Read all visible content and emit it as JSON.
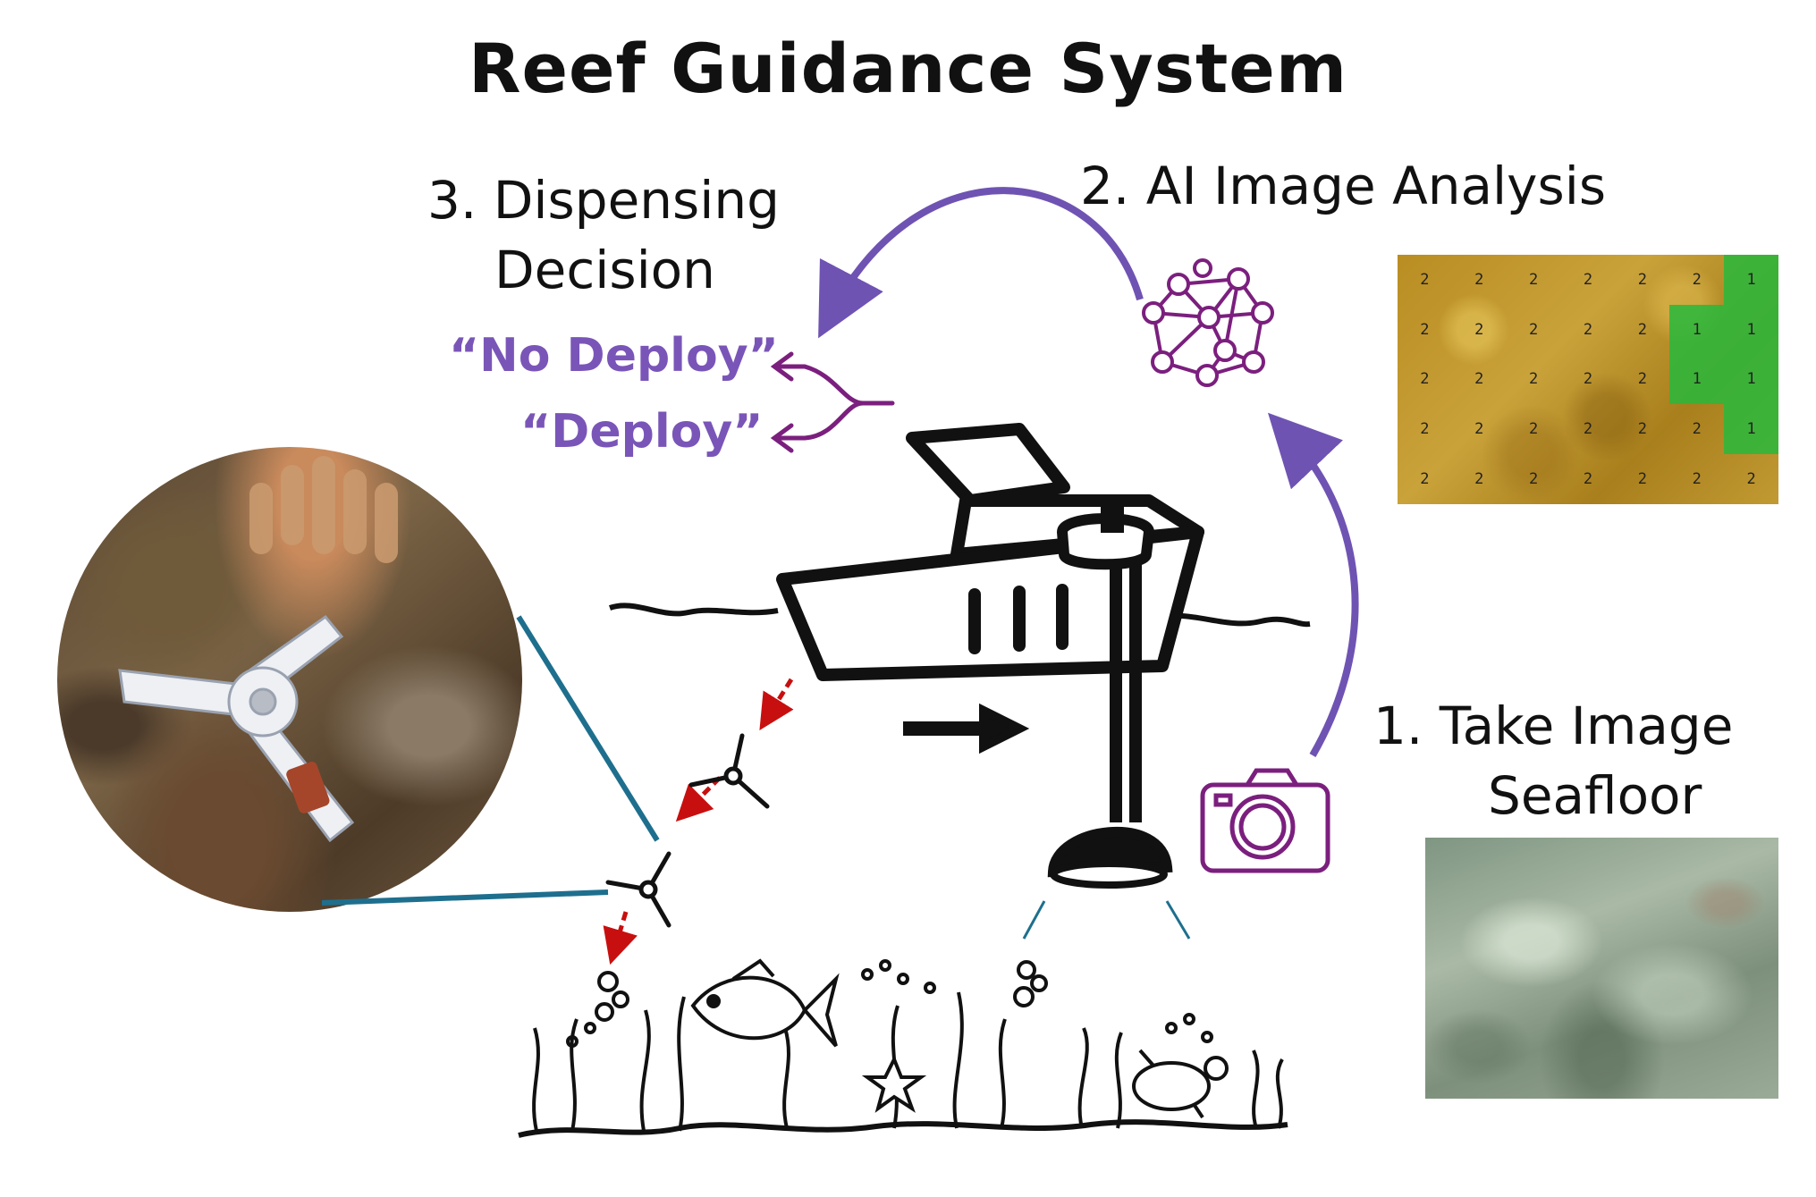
{
  "title": "Reef Guidance System",
  "steps": {
    "step1_line1": "1. Take Image",
    "step1_line2": "Seafloor",
    "step2": "2. AI Image Analysis",
    "step3_line1": "3. Dispensing",
    "step3_line2": "Decision"
  },
  "outputs": {
    "no_deploy": "“No Deploy”",
    "deploy": "“Deploy”"
  },
  "analysis_grid": {
    "rows": [
      [
        "2",
        "2",
        "2",
        "2",
        "2",
        "2",
        "1"
      ],
      [
        "2",
        "2",
        "2",
        "2",
        "2",
        "1",
        "1"
      ],
      [
        "2",
        "2",
        "2",
        "2",
        "2",
        "1",
        "1"
      ],
      [
        "2",
        "2",
        "2",
        "2",
        "2",
        "2",
        "1"
      ],
      [
        "2",
        "2",
        "2",
        "2",
        "2",
        "2",
        "2"
      ]
    ]
  },
  "colors": {
    "purple_arrow": "#6f53b3",
    "output_text": "#7a55b8",
    "icon_purple": "#7b1f7e",
    "teal_line": "#1e6f8e",
    "red_arrow": "#c80f0f",
    "grid_green": "#28b93c"
  },
  "icons": [
    "neural-network-icon",
    "camera-icon",
    "boat-icon",
    "coral-device-icon",
    "seafloor-illustration"
  ]
}
